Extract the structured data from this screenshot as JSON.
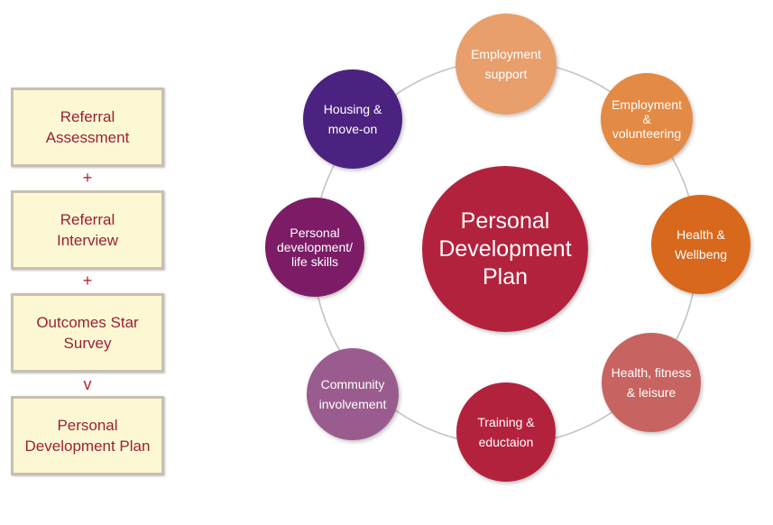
{
  "process": {
    "steps": [
      {
        "label": "Referral\nAssessment"
      },
      {
        "label": "Referral\nInterview"
      },
      {
        "label": "Outcomes Star\nSurvey"
      },
      {
        "label": "Personal\nDevelopment Plan"
      }
    ],
    "connectors": [
      "+",
      "+",
      "v"
    ]
  },
  "cycle": {
    "center": {
      "lines": [
        "Personal",
        "Development",
        "Plan"
      ],
      "color": "#b3243d"
    },
    "ring_color": "#c8c2c2",
    "nodes": [
      {
        "lines": [
          "Employment",
          "support"
        ],
        "color": "#e89f6c"
      },
      {
        "lines": [
          "Employment",
          "&",
          "volunteering"
        ],
        "color": "#e38a44"
      },
      {
        "lines": [
          "Health &",
          "Wellbeng"
        ],
        "color": "#d8681c"
      },
      {
        "lines": [
          "Health, fitness",
          "& leisure"
        ],
        "color": "#c76460"
      },
      {
        "lines": [
          "Training &",
          "eductaion"
        ],
        "color": "#b3243d"
      },
      {
        "lines": [
          "Community",
          "involvement"
        ],
        "color": "#9a5b8e"
      },
      {
        "lines": [
          "Personal",
          "development/",
          "life skills"
        ],
        "color": "#7c1f66"
      },
      {
        "lines": [
          "Housing &",
          "move-on"
        ],
        "color": "#4b2480"
      }
    ]
  }
}
